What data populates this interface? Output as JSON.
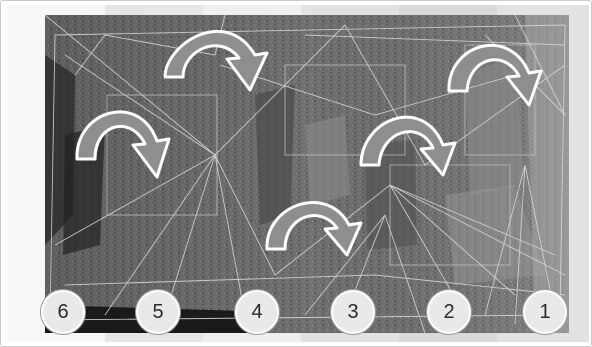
{
  "panels": [
    {
      "label": "6"
    },
    {
      "label": "5"
    },
    {
      "label": "4"
    },
    {
      "label": "3"
    },
    {
      "label": "2"
    },
    {
      "label": "1"
    }
  ],
  "colors": {
    "strip_light": "#eeeeee",
    "strip_dark": "#d6d6d6",
    "scan_base": "#6d6d6d",
    "arrow_fill": "#8e8e8e",
    "arrow_stroke": "#ffffff",
    "wire": "#dcdcdc"
  }
}
